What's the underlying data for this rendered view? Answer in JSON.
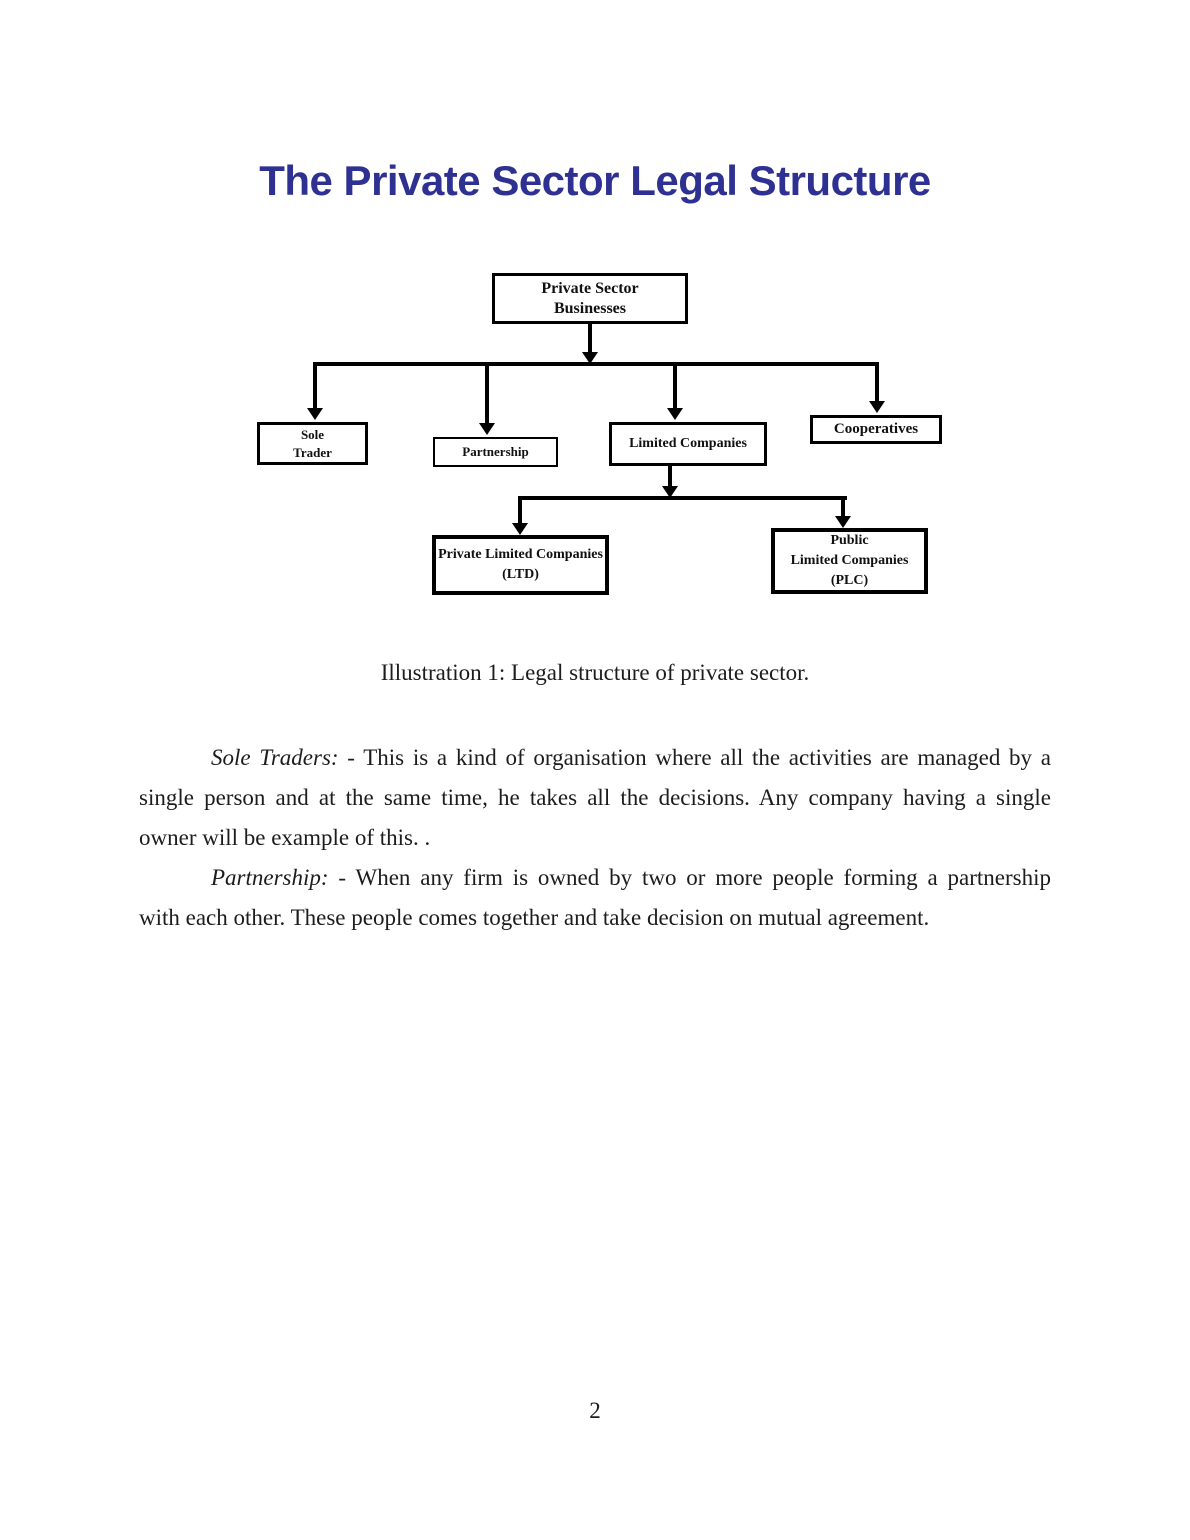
{
  "theme": {
    "title_color": "#2e3192",
    "text_color": "#1c1c1c",
    "diagram_line_color": "#000000"
  },
  "header": {
    "title": "The Private Sector Legal Structure"
  },
  "diagram": {
    "root": {
      "line1": "Private Sector",
      "line2": "Businesses"
    },
    "level1": {
      "sole_trader": {
        "line1": "Sole",
        "line2": "Trader"
      },
      "partnership": {
        "label": "Partnership"
      },
      "limited_companies": {
        "label": "Limited Companies"
      },
      "cooperatives": {
        "label": "Cooperatives"
      }
    },
    "level2": {
      "private_ltd": {
        "line1": "Private Limited Companies",
        "line2": "(LTD)"
      },
      "public_plc": {
        "line1": "Public",
        "line2": "Limited Companies (PLC)"
      }
    }
  },
  "caption": {
    "text": "Illustration 1: Legal structure of private sector."
  },
  "body": {
    "paragraphs": [
      {
        "lead": "Sole Traders:",
        "lines": [
          " - This is a kind of organisation where all the activities are managed by a",
          "single person and at the same time, he takes all the decisions. Any company having a single",
          "owner will be example of this. ."
        ]
      },
      {
        "lead": "Partnership:",
        "lines": [
          " - When any firm is owned by two or more  people forming a partnership",
          "with each other. These people comes together and take decision on mutual agreement."
        ]
      }
    ]
  },
  "footer": {
    "page_number": "2"
  }
}
